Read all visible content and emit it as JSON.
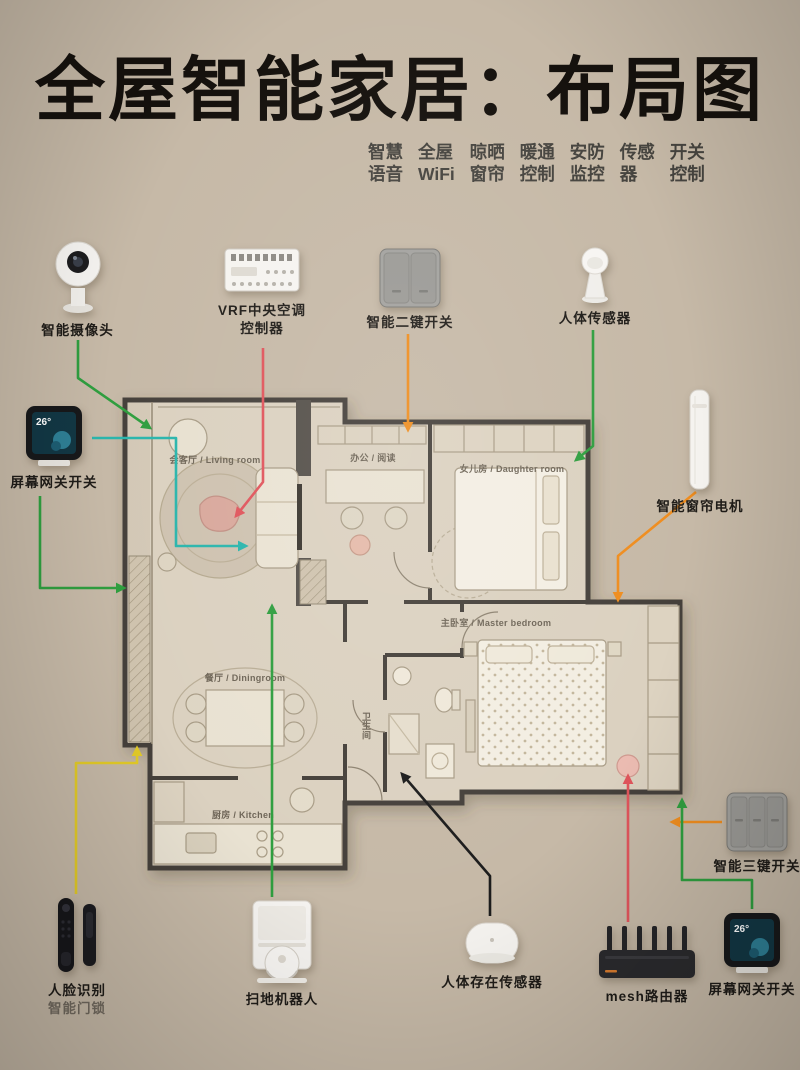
{
  "page": {
    "title": "全屋智能家居：布局图"
  },
  "features": [
    {
      "line1": "智慧",
      "line2": "语音"
    },
    {
      "line1": "全屋",
      "line2": "WiFi"
    },
    {
      "line1": "晾晒",
      "line2": "窗帘"
    },
    {
      "line1": "暖通",
      "line2": "控制"
    },
    {
      "line1": "安防",
      "line2": "监控"
    },
    {
      "line1": "传感",
      "line2": "器"
    },
    {
      "line1": "开关",
      "line2": "控制"
    }
  ],
  "devices": {
    "camera": {
      "label": "智能摄像头"
    },
    "vrf": {
      "label_line1": "VRF中央空调",
      "label_line2": "控制器"
    },
    "switch2": {
      "label": "智能二键开关"
    },
    "body_sensor": {
      "label": "人体传感器"
    },
    "screen_gateway_left": {
      "label": "屏幕网关开关",
      "screen_temp": "26°"
    },
    "curtain_motor": {
      "label": "智能窗帘电机"
    },
    "switch3": {
      "label": "智能三键开关"
    },
    "face_lock": {
      "label_line1": "人脸识别",
      "label_line2": "智能门锁"
    },
    "robot": {
      "label": "扫地机器人"
    },
    "presence_sensor": {
      "label": "人体存在传感器"
    },
    "mesh_router": {
      "label": "mesh路由器"
    },
    "screen_gateway_bottom": {
      "label": "屏幕网关开关",
      "screen_temp": "26°"
    }
  },
  "rooms": {
    "living": "会客厅 / Living room",
    "office": "办公 / 阅读",
    "daughter": "女儿房 / Daughter room",
    "master": "主卧室 / Master bedroom",
    "dining": "餐厅 / Diningroom",
    "bath": "卫生间",
    "kitchen": "厨房 / Kitchen"
  },
  "colors": {
    "background": "#c6b9a7",
    "line_green": "#2f9e3f",
    "line_red": "#e0555c",
    "line_orange": "#ef8d1f",
    "line_yellow": "#e3cb28",
    "line_cyan": "#2ab5ac",
    "line_black": "#1c1c1c"
  }
}
